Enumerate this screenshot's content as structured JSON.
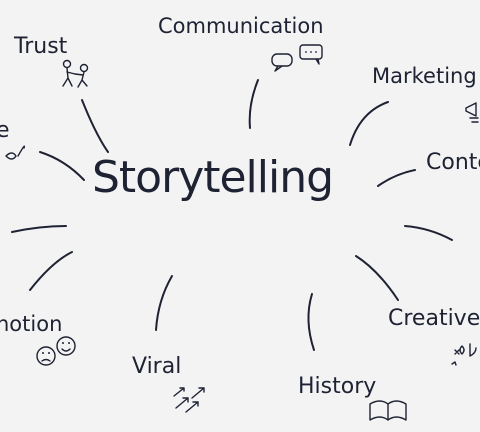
{
  "center": {
    "label": "Storytelling"
  },
  "topics": {
    "communication": "Communication",
    "trust": "Trust",
    "marketing": "Marketing",
    "edge_left": "e",
    "content": "Conte",
    "emotion": "notion",
    "creative": "Creative",
    "viral": "Viral",
    "history": "History"
  },
  "icons": {
    "communication": "speech-bubbles-icon",
    "trust": "handshake-figures-icon",
    "marketing": "megaphone-icon",
    "edge_left": "swirl-icon",
    "emotion": "smiley-faces-icon",
    "creative": "sparkle-doodles-icon",
    "viral": "arrows-icon",
    "history": "open-book-icon"
  },
  "colors": {
    "ink": "#1e2233",
    "background": "#f3f3f3"
  }
}
